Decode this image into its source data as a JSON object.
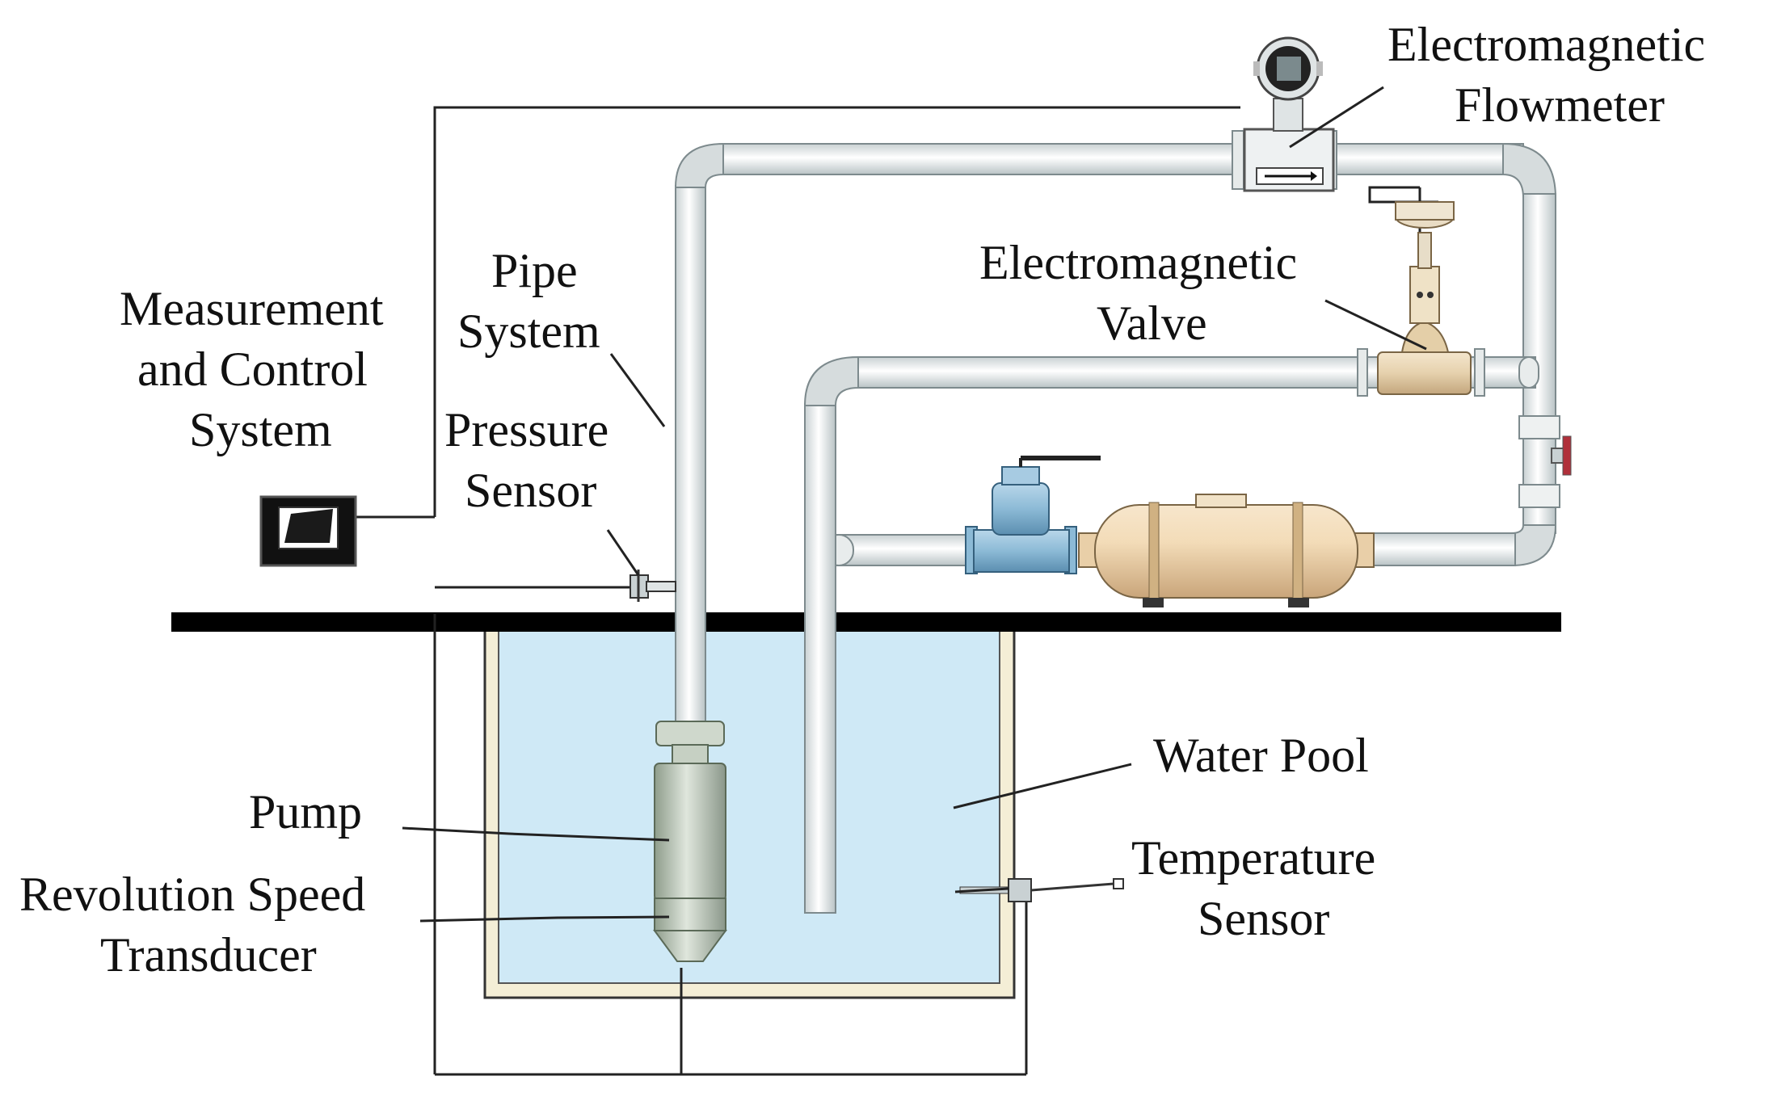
{
  "labels": {
    "flowmeter": [
      "Electromagnetic",
      "Flowmeter"
    ],
    "valve": [
      "Electromagnetic",
      "Valve"
    ],
    "pipe_system": [
      "Pipe",
      "System"
    ],
    "measurement": [
      "Measurement",
      "and Control",
      "System"
    ],
    "pressure_sensor": [
      "Pressure",
      "Sensor"
    ],
    "water_pool": "Water Pool",
    "pump": "Pump",
    "revolution_transducer": [
      "Revolution Speed",
      "Transducer"
    ],
    "temperature_sensor": [
      "Temperature",
      "Sensor"
    ]
  },
  "colors": {
    "water": "#cfe9f6",
    "pool_wall": "#f4eed6",
    "ground": "#000000",
    "pipe": "#f2f4f4",
    "pipe_stroke": "#7d8a8d",
    "tank": "#e9cfa8",
    "filter": "#8cbad6",
    "pump": "#b6c2b3",
    "valve_body": "#e6d4b4"
  }
}
